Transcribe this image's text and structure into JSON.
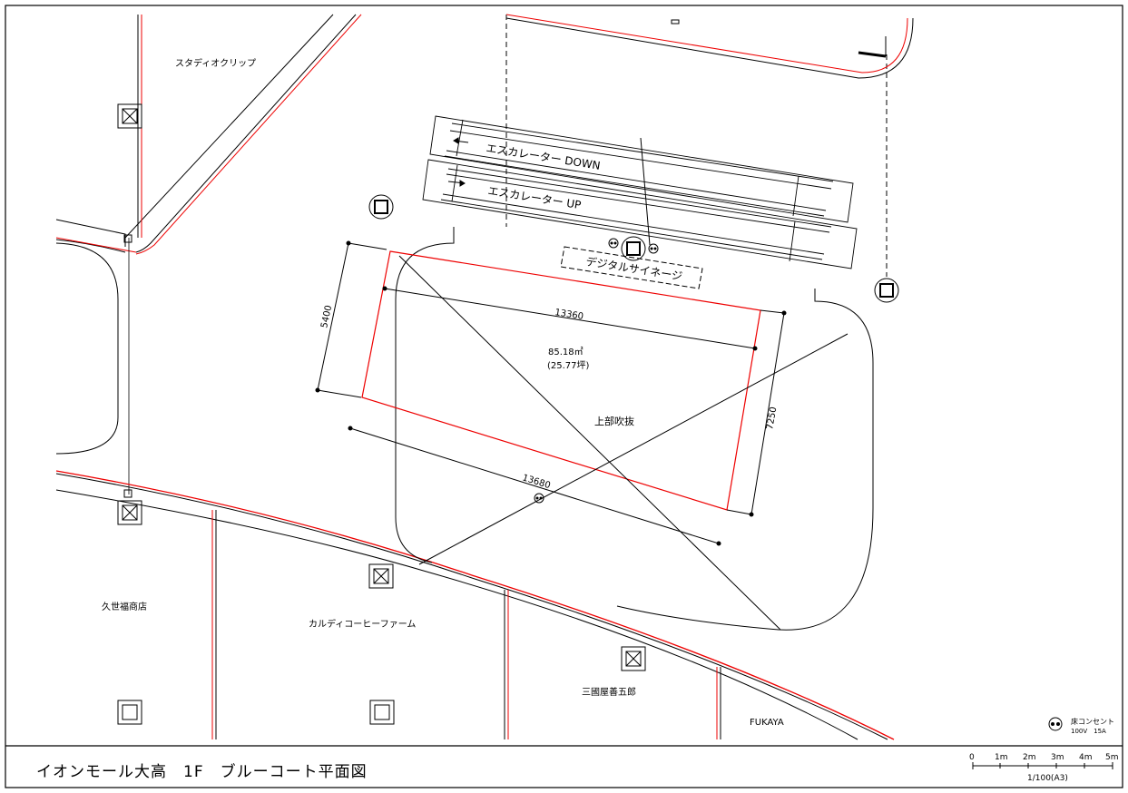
{
  "title": "イオンモール大高　1F　ブルーコート平面図",
  "stores": {
    "studio": "スタディオクリップ",
    "kuze": "久世福商店",
    "kaldi": "カルディコーヒーファーム",
    "mikuniya": "三國屋善五郎",
    "fukaya": "FUKAYA"
  },
  "escalators": {
    "down": "エスカレーター DOWN",
    "up": "エスカレーター UP"
  },
  "signage": "デジタルサイネージ",
  "atrium": {
    "area_m2": "85.18㎡",
    "area_tsubo": "(25.77坪)",
    "label": "上部吹抜"
  },
  "dimensions": {
    "top": "13360",
    "bottom": "13680",
    "left": "5400",
    "right": "7250"
  },
  "legend": {
    "outlet_label": "床コンセント",
    "outlet_spec": "100V　15A"
  },
  "scale": {
    "ticks": [
      "0",
      "1m",
      "2m",
      "3m",
      "4m",
      "5m"
    ],
    "ratio": "1/100(A3)"
  }
}
